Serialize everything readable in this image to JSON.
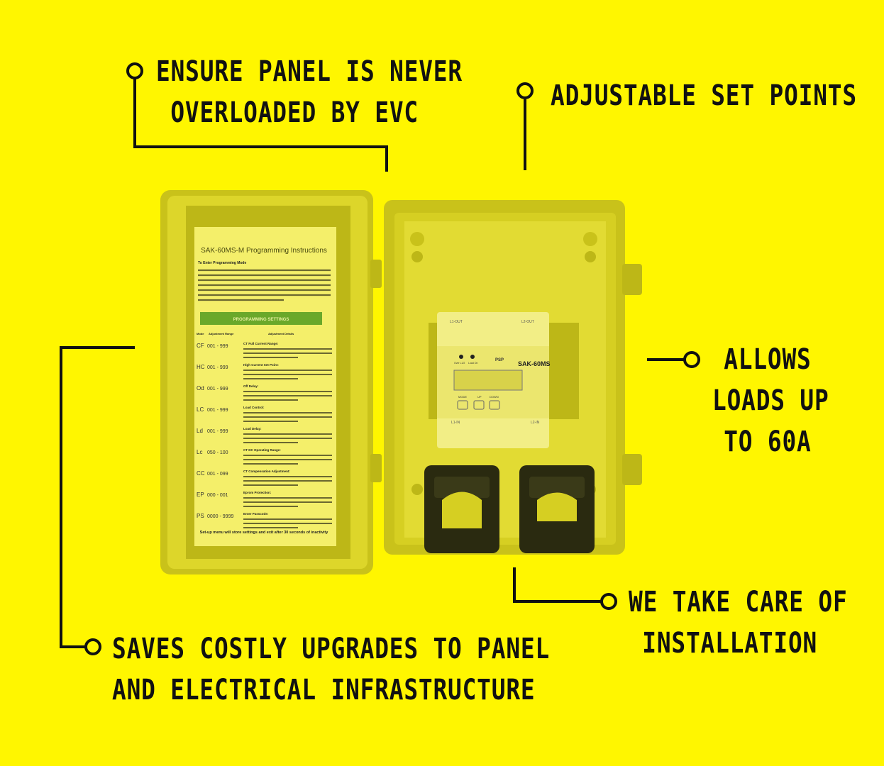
{
  "callouts": {
    "panel_overload": [
      "ENSURE PANEL IS NEVER",
      "OVERLOADED BY EVC"
    ],
    "set_points": [
      "ADJUSTABLE SET POINTS"
    ],
    "loads": [
      "ALLOWS",
      "LOADS UP",
      "TO 60A"
    ],
    "installation": [
      "WE TAKE CARE OF",
      "INSTALLATION"
    ],
    "upgrades": [
      "SAVES COSTLY UPGRADES TO PANEL",
      "AND ELECTRICAL INFRASTRUCTURE"
    ]
  },
  "lid_sheet": {
    "title": "SAK-60MS-M Programming Instructions",
    "intro_heading": "To Enter Programming Mode",
    "banner": "PROGRAMMING SETTINGS",
    "col_mode": "Mode",
    "col_range": "Adjustment Range",
    "col_details": "Adjustment Details",
    "rows": [
      {
        "mode": "CF",
        "range": "001 - 999",
        "title": "CT Full Current Range:"
      },
      {
        "mode": "HC",
        "range": "001 - 999",
        "title": "High Current Set Point:"
      },
      {
        "mode": "Od",
        "range": "001 - 999",
        "title": "Off Delay:"
      },
      {
        "mode": "LC",
        "range": "001 - 999",
        "title": "Load Control:"
      },
      {
        "mode": "Ld",
        "range": "001 - 999",
        "title": "Load Delay:"
      },
      {
        "mode": "Lc",
        "range": "050 - 100",
        "title": "CT DC Operating Range:"
      },
      {
        "mode": "CC",
        "range": "001 - 099",
        "title": "CT Compensation Adjustment:"
      },
      {
        "mode": "EP",
        "range": "000 - 001",
        "title": "Eprom Protection:"
      },
      {
        "mode": "PS",
        "range": "0000 - 9999",
        "title": "Enter Passcode:"
      }
    ],
    "footer": "Set-up menu will store settings and exit after 30 seconds of inactivity"
  },
  "device": {
    "brand": "PSP",
    "model": "SAK-60MS",
    "led1": "Over L1/2",
    "led2": "Load On",
    "btn_mode": "MODE",
    "btn_up": "UP",
    "btn_down": "DOWN",
    "term_top_l": "L1-OUT",
    "term_top_r": "L2-OUT",
    "term_bot_l": "L1-IN",
    "term_bot_r": "L2-IN"
  },
  "colors": {
    "background": "#fff600",
    "ink": "#111111",
    "box": "#d9d21f",
    "banner": "#6aa82a"
  }
}
